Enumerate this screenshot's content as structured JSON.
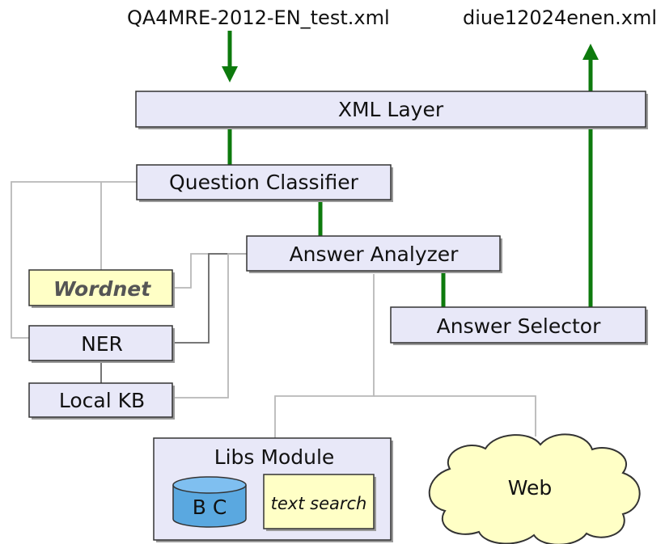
{
  "input_file": "QA4MRE-2012-EN_test.xml",
  "output_file": "diue12024enen.xml",
  "xml_layer": "XML Layer",
  "question_classifier": "Question Classifier",
  "answer_analyzer": "Answer Analyzer",
  "answer_selector": "Answer Selector",
  "wordnet": "Wordnet",
  "ner": "NER",
  "local_kb": "Local KB",
  "libs_module": "Libs Module",
  "bc": "B C",
  "text_search": "text search",
  "web": "Web",
  "colors": {
    "module_fill": "#e8e8f8",
    "resource_fill": "#ffffc6",
    "arrow_green": "#0d7a0d",
    "cylinder_blue": "#5aa8e0"
  }
}
